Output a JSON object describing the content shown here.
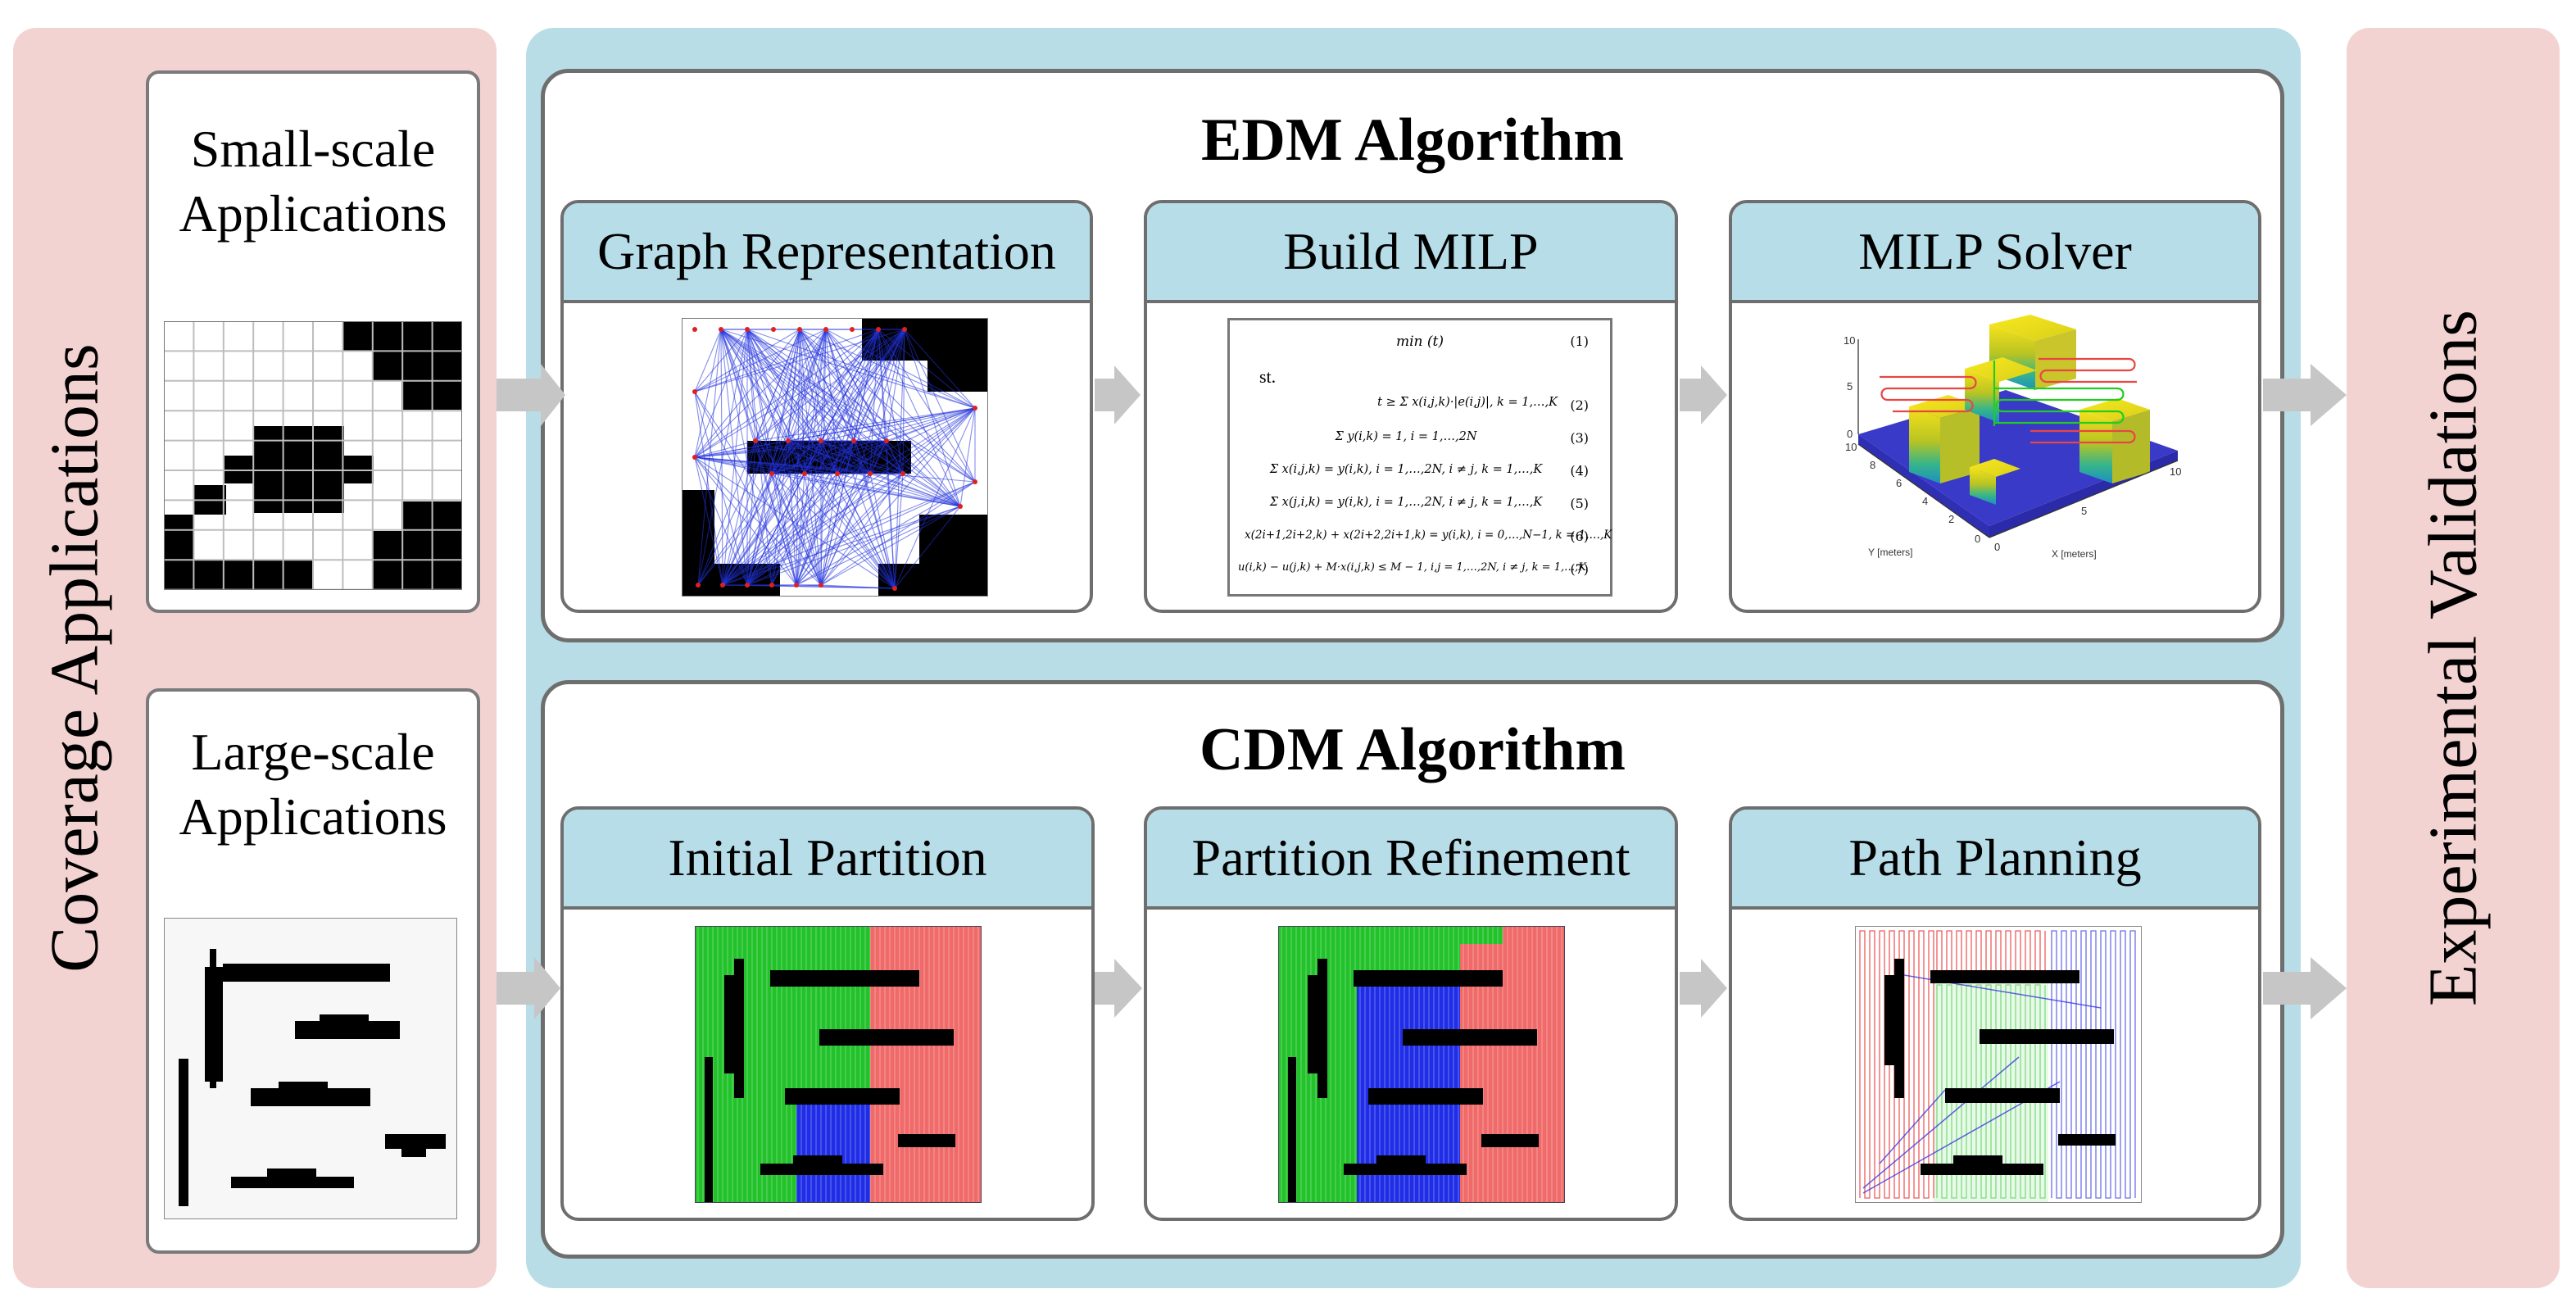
{
  "left_panel": {
    "label": "Coverage Applications"
  },
  "right_panel": {
    "label": "Experimental Validations"
  },
  "small_app": {
    "line1": "Small-scale",
    "line2": "Applications"
  },
  "large_app": {
    "line1": "Large-scale",
    "line2": "Applications"
  },
  "edm": {
    "title": "EDM Algorithm",
    "steps": [
      "Graph Representation",
      "Build MILP",
      "MILP Solver"
    ]
  },
  "cdm": {
    "title": "CDM Algorithm",
    "steps": [
      "Initial Partition",
      "Partition Refinement",
      "Path Planning"
    ]
  },
  "milp": {
    "objective": "min (t)",
    "st": "st.",
    "constraints": [
      "t ≥ Σ x(i,j,k)·|e(i,j)|, k = 1,…,K",
      "Σ y(i,k) = 1, i = 1,…,2N",
      "Σ x(i,j,k) = y(i,k), i = 1,…,2N, i ≠ j, k = 1,…,K",
      "Σ x(j,i,k) = y(i,k), i = 1,…,2N, i ≠ j, k = 1,…,K",
      "x(2i+1,2i+2,k) + x(2i+2,2i+1,k) = y(i,k), i = 0,…,N−1, k = 1,…,K",
      "u(i,k) − u(j,k) + M·x(i,j,k) ≤ M − 1, i,j = 1,…,2N, i ≠ j, k = 1,…,K"
    ],
    "numbers": [
      "(1)",
      "(2)",
      "(3)",
      "(4)",
      "(5)",
      "(6)",
      "(7)"
    ]
  },
  "solver_plot": {
    "xlabel": "X [meters]",
    "ylabel": "Y [meters]",
    "x_ticks": [
      "0",
      "5",
      "10"
    ],
    "y_ticks": [
      "0",
      "2",
      "4",
      "6",
      "8",
      "10"
    ],
    "z_ticks": [
      "0",
      "5",
      "10"
    ]
  },
  "colors": {
    "side_panel": "#f2d3d1",
    "center_panel": "#b8dde6",
    "step_header": "#b7dde8",
    "arrow": "#c8c8c8",
    "partition_green": "#22c22a",
    "partition_blue": "#1f2ee6",
    "partition_red": "#f06a6a",
    "graph_edges": "#2233dd"
  }
}
